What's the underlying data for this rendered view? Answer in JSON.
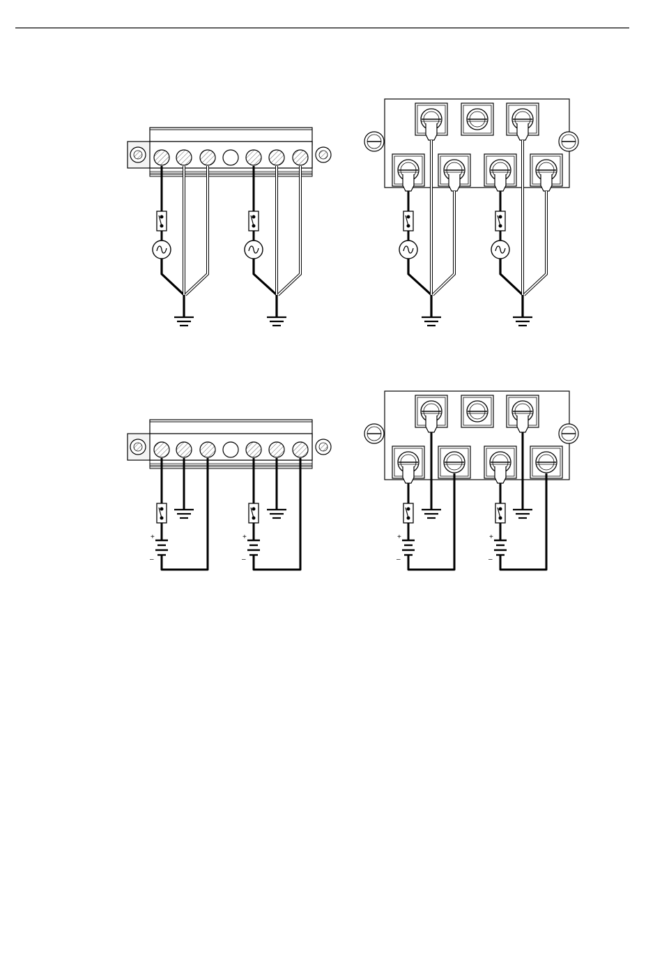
{
  "page": {
    "rule_color": "#000000"
  },
  "figures": [
    {
      "id": "ac-plug-connector",
      "supply": "ac",
      "terminal_block": "plug"
    },
    {
      "id": "ac-screw-terminal",
      "supply": "ac",
      "terminal_block": "screw"
    },
    {
      "id": "dc-plug-connector",
      "supply": "dc",
      "terminal_block": "plug"
    },
    {
      "id": "dc-screw-terminal",
      "supply": "dc",
      "terminal_block": "screw"
    }
  ],
  "symbols": {
    "battery_plus": "+",
    "battery_minus": "–"
  },
  "icons": {
    "switch": "switch-contact-icon",
    "ac_source": "ac-source-icon",
    "battery": "battery-icon",
    "ground": "ground-icon",
    "terminal": "terminal-screw-icon"
  }
}
